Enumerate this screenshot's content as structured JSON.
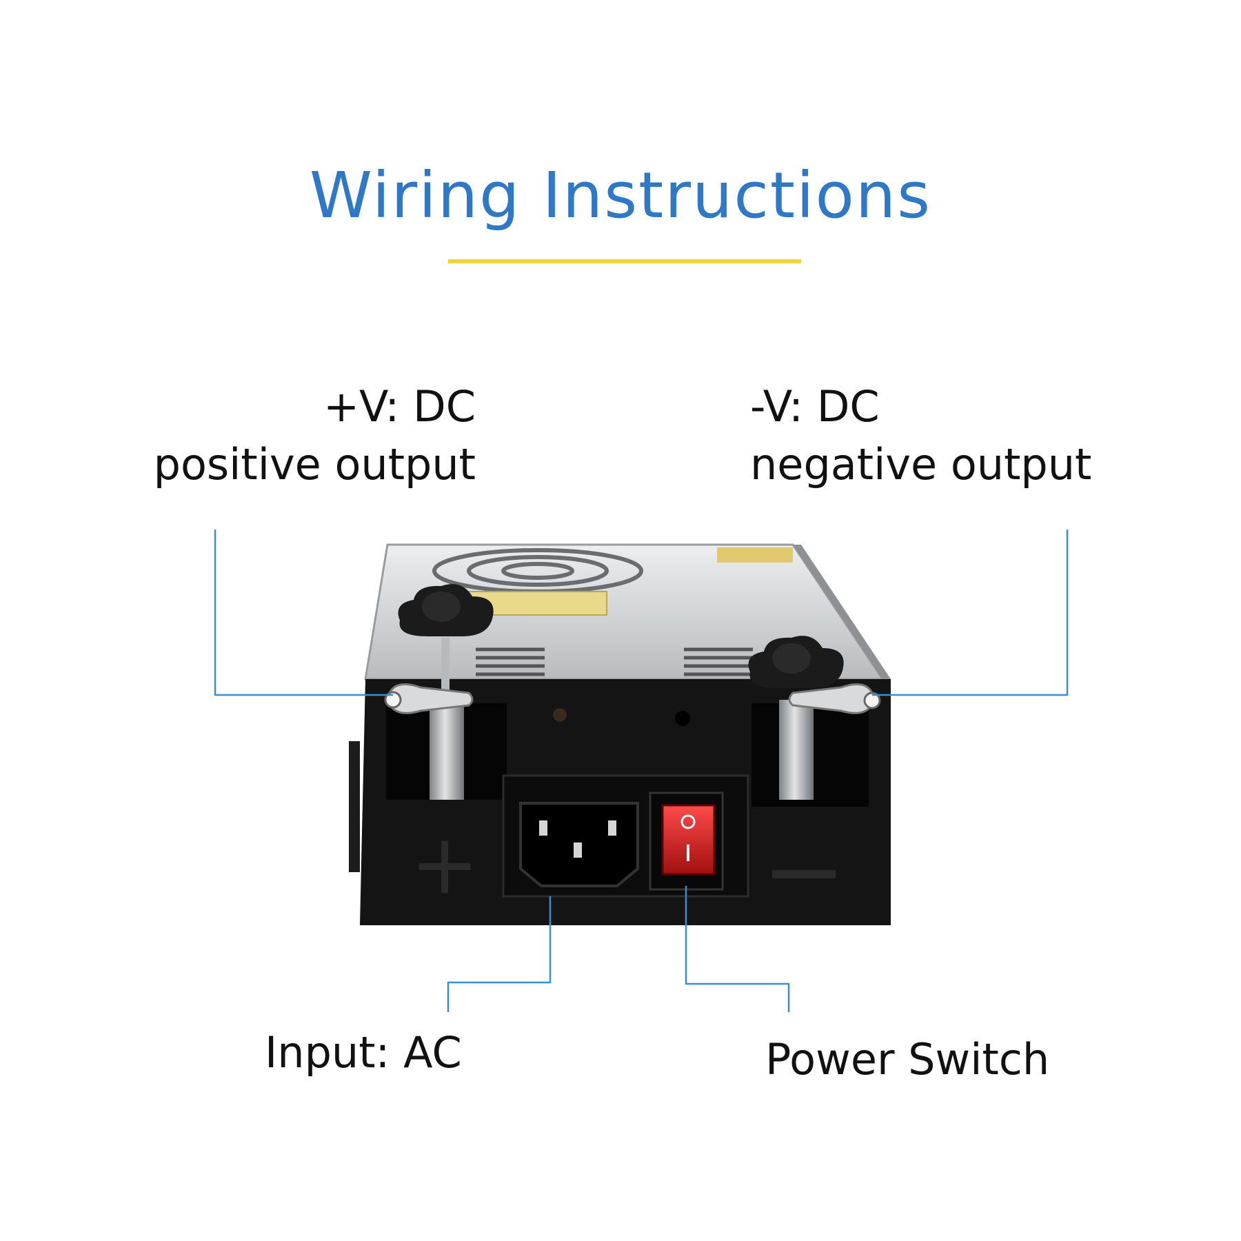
{
  "title": "Wiring Instructions",
  "colors": {
    "title": "#2f78c8",
    "accent_rule": "#f2d33a",
    "leader": "#3d8dd0",
    "chassis": "#141414",
    "steel": "#c9ccce",
    "switch": "#d41f1f"
  },
  "labels": {
    "positive": {
      "line1": "+V: DC",
      "line2": "positive output"
    },
    "negative": {
      "line1": "-V:  DC",
      "line2": "negative output"
    },
    "input": "Input: AC",
    "switch": "Power Switch"
  },
  "device_marks": {
    "plus": "+",
    "minus": "—",
    "switch_on": "│",
    "switch_off": "○"
  },
  "icons": [
    "power-supply-illustration",
    "terminal-knob-icon",
    "ac-inlet-icon",
    "rocker-switch-icon"
  ]
}
